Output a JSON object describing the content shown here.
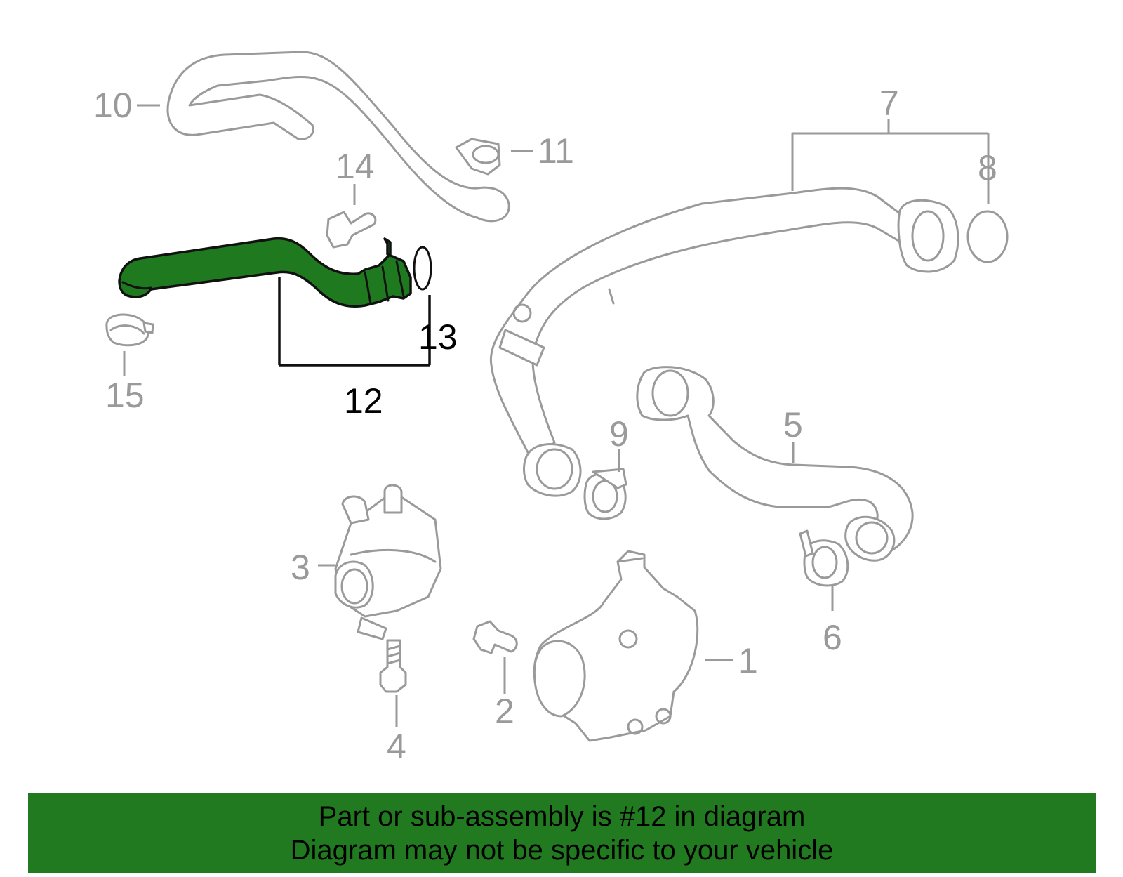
{
  "colors": {
    "highlight": "#217a1f",
    "outline": "#9a9a9a",
    "banner": "#217a1f"
  },
  "callouts": {
    "c1": "1",
    "c2": "2",
    "c3": "3",
    "c4": "4",
    "c5": "5",
    "c6": "6",
    "c7": "7",
    "c8": "8",
    "c9": "9",
    "c10": "10",
    "c11": "11",
    "c12": "12",
    "c13": "13",
    "c14": "14",
    "c15": "15"
  },
  "highlighted_part": "12",
  "footer": {
    "line1": "Part or sub-assembly is #12 in diagram",
    "line2": "Diagram may not be specific to your vehicle"
  }
}
